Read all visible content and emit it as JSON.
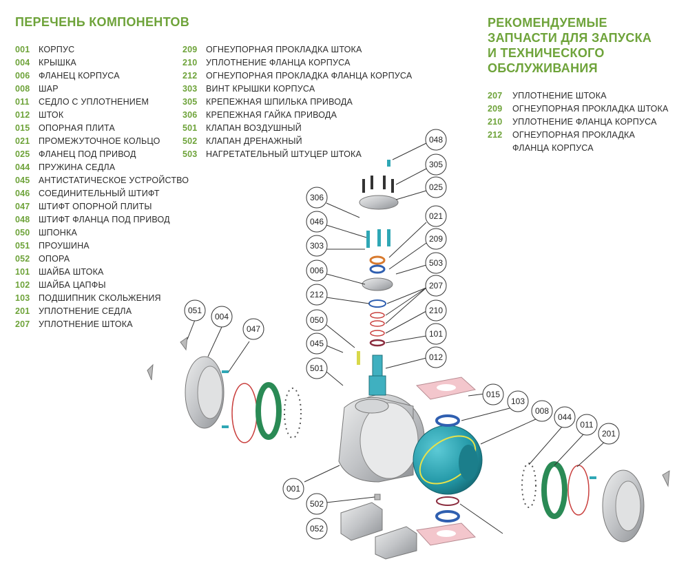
{
  "components_title": "ПЕРЕЧЕНЬ КОМПОНЕНТОВ",
  "components_col1": [
    {
      "code": "001",
      "label": "КОРПУС"
    },
    {
      "code": "004",
      "label": "КРЫШКА"
    },
    {
      "code": "006",
      "label": "ФЛАНЕЦ КОРПУСА"
    },
    {
      "code": "008",
      "label": "ШАР"
    },
    {
      "code": "011",
      "label": "СЕДЛО С УПЛОТНЕНИЕМ"
    },
    {
      "code": "012",
      "label": "ШТОК"
    },
    {
      "code": "015",
      "label": "ОПОРНАЯ ПЛИТА"
    },
    {
      "code": "021",
      "label": "ПРОМЕЖУТОЧНОЕ КОЛЬЦО"
    },
    {
      "code": "025",
      "label": "ФЛАНЕЦ ПОД ПРИВОД"
    },
    {
      "code": "044",
      "label": "ПРУЖИНА СЕДЛА"
    },
    {
      "code": "045",
      "label": "АНТИСТАТИЧЕСКОЕ УСТРОЙСТВО"
    },
    {
      "code": "046",
      "label": "СОЕДИНИТЕЛЬНЫЙ ШТИФТ"
    },
    {
      "code": "047",
      "label": "ШТИФТ ОПОРНОЙ ПЛИТЫ"
    },
    {
      "code": "048",
      "label": "ШТИФТ ФЛАНЦА ПОД ПРИВОД"
    },
    {
      "code": "050",
      "label": "ШПОНКА"
    },
    {
      "code": "051",
      "label": "ПРОУШИНА"
    },
    {
      "code": "052",
      "label": "ОПОРА"
    },
    {
      "code": "101",
      "label": "ШАЙБА ШТОКА"
    },
    {
      "code": "102",
      "label": "ШАЙБА ЦАПФЫ"
    },
    {
      "code": "103",
      "label": "ПОДШИПНИК СКОЛЬЖЕНИЯ"
    },
    {
      "code": "201",
      "label": "УПЛОТНЕНИЕ СЕДЛА"
    },
    {
      "code": "207",
      "label": "УПЛОТНЕНИЕ ШТОКА"
    }
  ],
  "components_col2": [
    {
      "code": "209",
      "label": "ОГНЕУПОРНАЯ ПРОКЛАДКА ШТОКА"
    },
    {
      "code": "210",
      "label": "УПЛОТНЕНИЕ ФЛАНЦА КОРПУСА"
    },
    {
      "code": "212",
      "label": "ОГНЕУПОРНАЯ ПРОКЛАДКА ФЛАНЦА КОРПУСА"
    },
    {
      "code": "303",
      "label": "ВИНТ КРЫШКИ КОРПУСА"
    },
    {
      "code": "305",
      "label": "КРЕПЕЖНАЯ ШПИЛЬКА ПРИВОДА"
    },
    {
      "code": "306",
      "label": "КРЕПЕЖНАЯ ГАЙКА ПРИВОДА"
    },
    {
      "code": "501",
      "label": "КЛАПАН ВОЗДУШНЫЙ"
    },
    {
      "code": "502",
      "label": "КЛАПАН ДРЕНАЖНЫЙ"
    },
    {
      "code": "503",
      "label": "НАГРЕТАТЕЛЬНЫЙ ШТУЦЕР ШТОКА"
    }
  ],
  "spares_title": [
    "РЕКОМЕНДУЕМЫЕ",
    "ЗАПЧАСТИ ДЛЯ ЗАПУСКА",
    "И ТЕХНИЧЕСКОГО",
    "ОБСЛУЖИВАНИЯ"
  ],
  "spares": [
    {
      "code": "207",
      "label": "УПЛОТНЕНИЕ ШТОКА",
      "label2": ""
    },
    {
      "code": "209",
      "label": "ОГНЕУПОРНАЯ ПРОКЛАДКА ШТОКА",
      "label2": ""
    },
    {
      "code": "210",
      "label": "УПЛОТНЕНИЕ ФЛАНЦА КОРПУСА",
      "label2": ""
    },
    {
      "code": "212",
      "label": "ОГНЕУПОРНАЯ ПРОКЛАДКА",
      "label2": "ФЛАНЦА КОРПУСА"
    }
  ],
  "callouts": [
    "048",
    "305",
    "025",
    "306",
    "021",
    "046",
    "209",
    "303",
    "503",
    "006",
    "207",
    "212",
    "210",
    "050",
    "101",
    "045",
    "012",
    "501",
    "051",
    "004",
    "047",
    "015",
    "103",
    "008",
    "044",
    "011",
    "201",
    "001",
    "502",
    "052"
  ],
  "colors": {
    "accent_green": "#6ea33a",
    "ball_teal": "#2fa7b5",
    "seal_green": "#2a8a55",
    "gasket_pink": "#f3c6cc",
    "oring_red": "#c9403e",
    "ring_blue": "#2f5fb0",
    "metal_grey": "#c7c9cc"
  }
}
